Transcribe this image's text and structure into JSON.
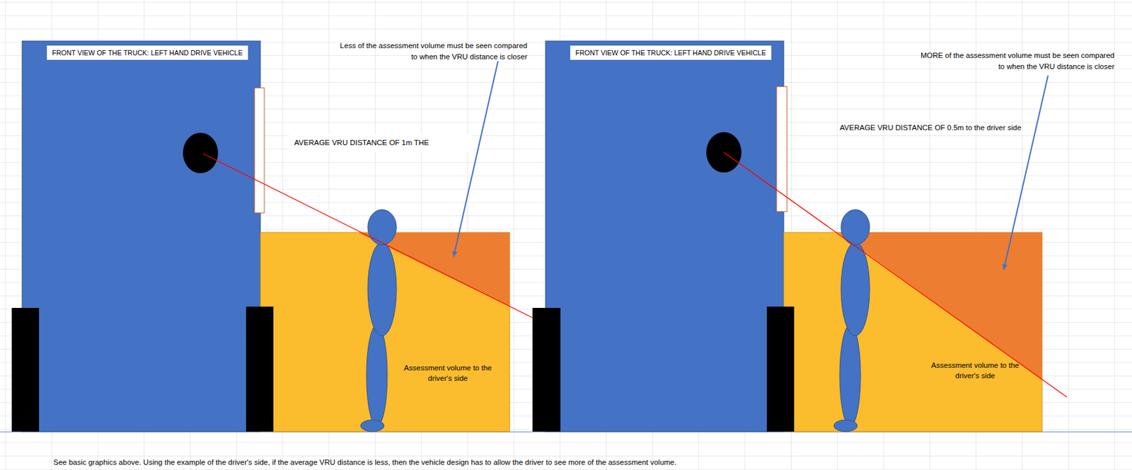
{
  "diagram": {
    "caption": "See basic graphics above. Using the example of the driver's side, if the average VRU distance is less, then the vehicle design has to allow the driver to see more of the assessment volume.",
    "nodes": [
      {
        "text": [
          "FRONT VIEW OF THE  TRUCK: LEFT HAND DRIVE VEHICLE"
        ]
      },
      {
        "text": [
          "Assessment volume to the driver's side"
        ]
      },
      {
        "text": [
          "FRONT VIEW OF THE  TRUCK: LEFT HAND DRIVE VEHICLE"
        ]
      },
      {
        "text": [
          "Assessment volume to the driver's side"
        ]
      }
    ],
    "labels": [
      "Less of the assessment volume must be seen compared to when the VRU distance is closer",
      "AVERAGE VRU DISTANCE OF 1m THE",
      "MORE  of the assessment volume must be seen compared to when the VRU distance is closer",
      "AVERAGE VRU DISTANCE OF 0.5m to the driver side"
    ]
  }
}
